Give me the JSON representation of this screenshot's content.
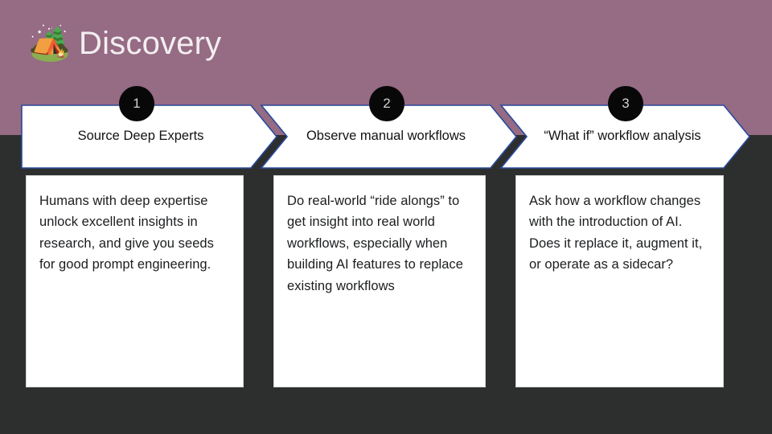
{
  "slide": {
    "title": "Discovery",
    "title_icon": "camping-icon",
    "title_icon_glyph": "🏕️",
    "colors": {
      "band_background": "#966b84",
      "body_background": "#2d2f2e",
      "chevron_fill": "#ffffff",
      "chevron_border": "#2a4a9c",
      "badge_background": "#080808",
      "badge_text": "#cfd2d4",
      "title_text": "#f2eef0",
      "card_background": "#ffffff",
      "card_border": "#d3d3d3",
      "body_text": "#1b1d1f"
    }
  },
  "steps": [
    {
      "number": "1",
      "heading": "Source Deep Experts",
      "body": "Humans with deep expertise unlock excellent insights in research, and give you seeds for good prompt engineering."
    },
    {
      "number": "2",
      "heading": "Observe manual workflows",
      "body": "Do real-world “ride alongs” to get insight into real world workflows, especially when building AI features to replace existing workflows"
    },
    {
      "number": "3",
      "heading": "“What if” workflow analysis",
      "body": "Ask how a workflow changes with the introduction of AI. Does it replace it, augment it, or operate as a sidecar?"
    }
  ]
}
